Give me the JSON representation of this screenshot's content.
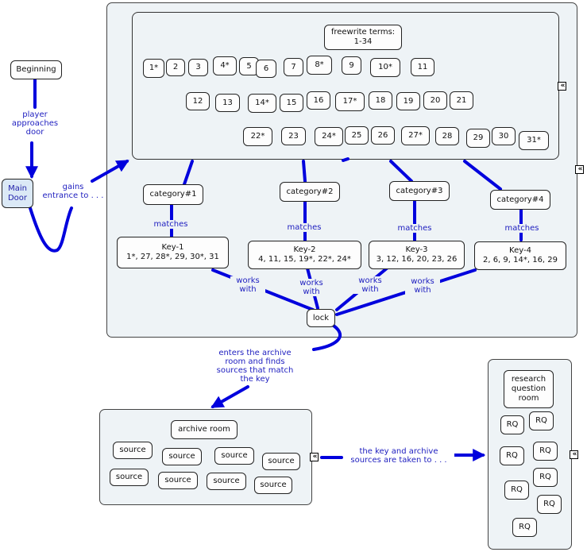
{
  "nodes": {
    "beginning": "Beginning",
    "main_door": "Main Door",
    "freewrite_terms": "freewrite terms:\n1-34",
    "terms": [
      "1*",
      "2",
      "3",
      "4*",
      "5",
      "6",
      "7",
      "8*",
      "9",
      "10*",
      "11",
      "12",
      "13",
      "14*",
      "15",
      "16",
      "17*",
      "18",
      "19",
      "20",
      "21",
      "22*",
      "23",
      "24*",
      "25",
      "26",
      "27*",
      "28",
      "29",
      "30",
      "31*"
    ],
    "categories": [
      "category#1",
      "category#2",
      "category#3",
      "category#4"
    ],
    "keys": [
      {
        "title": "Key-1",
        "items": "1*, 27, 28*, 29, 30*, 31"
      },
      {
        "title": "Key-2",
        "items": "4, 11, 15, 19*, 22*, 24*"
      },
      {
        "title": "Key-3",
        "items": "3, 12, 16, 20, 23, 26"
      },
      {
        "title": "Key-4",
        "items": "2, 6, 9, 14*, 16, 29"
      }
    ],
    "lock": "lock",
    "archive_room": "archive room",
    "source": "source",
    "research_question_room": "research question room",
    "rq": "RQ"
  },
  "links": {
    "player_approaches_door": "player\napproaches\ndoor",
    "gains_entrance": "gains\nentrance to . . .",
    "matches": "matches",
    "works_with": "works\nwith",
    "enters_archive": "enters the archive\nroom and finds\nsources that match\nthe key",
    "key_and_sources_taken": "the key and archive\nsources are taken to . . ."
  },
  "collapse_glyph": "«",
  "colors": {
    "link": "#0000dd",
    "panel_fill": "#eef3f6",
    "node_fill": "#fdfdfd",
    "main_door_fill": "#dbe9f6",
    "label_text": "#1d1dbf"
  }
}
